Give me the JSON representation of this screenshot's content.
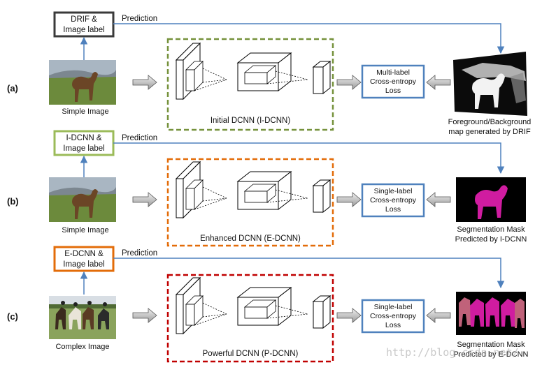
{
  "rows": [
    {
      "row_label": "(a)",
      "input_box": {
        "line1": "DRIF &",
        "line2": "Image label",
        "border_color": "#3a3a3a"
      },
      "prediction": "Prediction",
      "image_caption": "Simple Image",
      "dcnn_caption": "Initial DCNN (I-DCNN)",
      "dcnn_border_color": "#76923c",
      "loss_box": {
        "line1": "Multi-label",
        "line2": "Cross-entropy",
        "line3": "Loss"
      },
      "output_caption": {
        "line1": "Foreground/Background",
        "line2": "map generated by DRIF"
      }
    },
    {
      "row_label": "(b)",
      "input_box": {
        "line1": "I-DCNN &",
        "line2": "Image label",
        "border_color": "#9bbb59"
      },
      "prediction": "Prediction",
      "image_caption": "Simple Image",
      "dcnn_caption": "Enhanced DCNN (E-DCNN)",
      "dcnn_border_color": "#e36c09",
      "loss_box": {
        "line1": "Single-label",
        "line2": "Cross-entropy",
        "line3": "Loss"
      },
      "output_caption": {
        "line1": "Segmentation Mask",
        "line2": "Predicted by I-DCNN"
      }
    },
    {
      "row_label": "(c)",
      "input_box": {
        "line1": "E-DCNN &",
        "line2": "Image label",
        "border_color": "#e36c09"
      },
      "prediction": "Prediction",
      "image_caption": "Complex Image",
      "dcnn_caption": "Powerful DCNN (P-DCNN)",
      "dcnn_border_color": "#c00000",
      "loss_box": {
        "line1": "Single-label",
        "line2": "Cross-entropy",
        "line3": "Loss"
      },
      "output_caption": {
        "line1": "Segmentation Mask",
        "line2": "Predicted by E-DCNN"
      }
    }
  ],
  "colors": {
    "loss_border": "#4f81bd",
    "arrow_blue": "#4f81bd",
    "mask_magenta": "#d01ca0"
  },
  "watermark": "http://blog.csdn.net/"
}
